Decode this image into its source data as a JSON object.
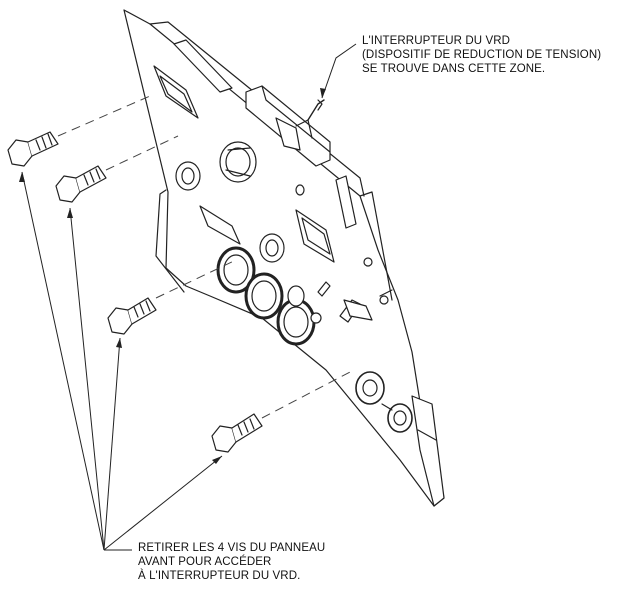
{
  "callouts": {
    "vrd_switch": {
      "lines": [
        "L'INTERRUPTEUR DU VRD",
        "(DISPOSITIF DE REDUCTION DE TENSION)",
        "SE TROUVE DANS CETTE ZONE."
      ]
    },
    "remove_screws": {
      "lines": [
        "RETIRER LES 4 VIS DU PANNEAU",
        "AVANT POUR ACCÉDER",
        "À L'INTERRUPTEUR DU VRD."
      ]
    }
  },
  "parts": {
    "front_panel": "front-panel-assembly",
    "screw_count": 4
  },
  "colors": {
    "line": "#222222",
    "dashed": "#444444",
    "fill": "#ffffff",
    "text": "#111111"
  }
}
